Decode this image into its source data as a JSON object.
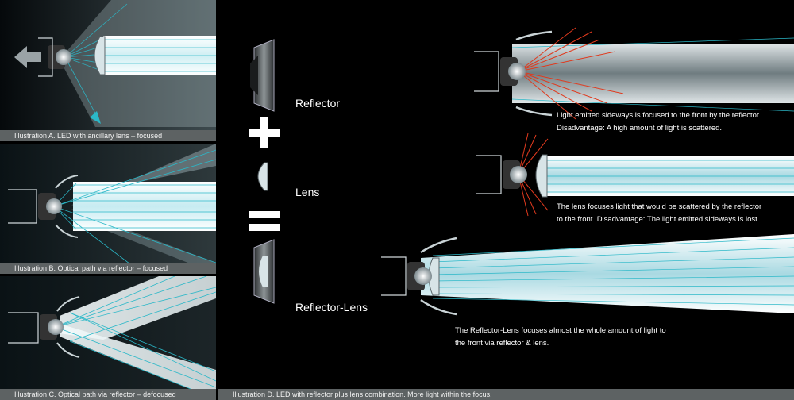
{
  "panels": {
    "a": {
      "caption": "Illustration A. LED with ancillary lens – focused"
    },
    "b": {
      "caption": "Illustration B. Optical path via reflector – focused"
    },
    "c": {
      "caption": "Illustration C. Optical path via reflector – defocused"
    },
    "d": {
      "caption": "Illustration D. LED with reflector plus lens combination. More light within the focus."
    }
  },
  "legend": {
    "reflector": "Reflector",
    "lens": "Lens",
    "reflector_lens": "Reflector-Lens"
  },
  "descriptions": {
    "reflector": [
      "Light emitted sideways is focused to the front by the reflector.",
      "Disadvantage: A high amount of light is scattered."
    ],
    "lens": [
      "The lens focuses light that would be scattered by the reflector",
      "to the front. Disadvantage: The light emitted sideways is lost."
    ],
    "reflector_lens": [
      "The Reflector-Lens focuses almost the whole amount of light to",
      "the front via reflector & lens."
    ]
  },
  "colors": {
    "beam_light": "#e8fbff",
    "beam_mid": "#bfeaf0",
    "ray": "#2bb8c8",
    "scatter_ray": "#e03a1e",
    "panel_bg": "#0b1418",
    "caption_bg": "#5d6263"
  }
}
